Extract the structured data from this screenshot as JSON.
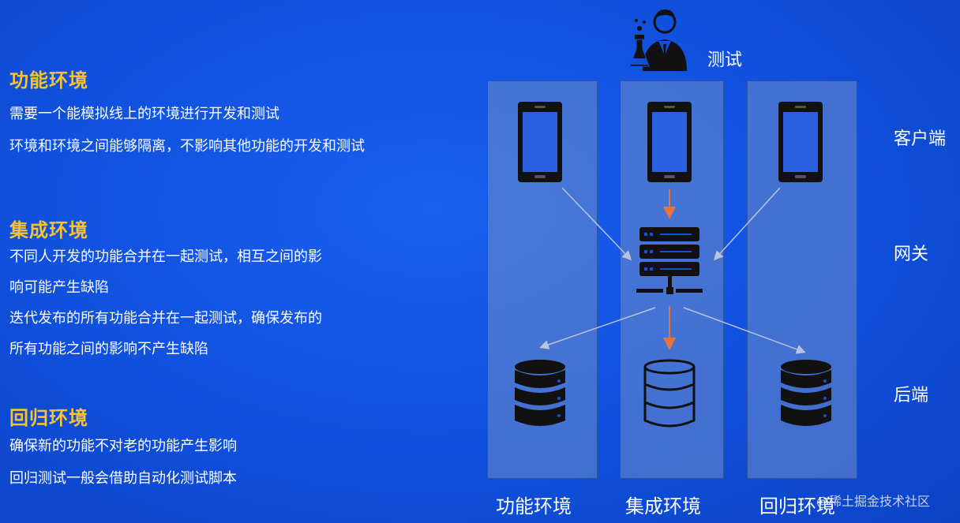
{
  "sections": [
    {
      "title": "功能环境",
      "lines": [
        "需要一个能模拟线上的环境进行开发和测试",
        "环境和环境之间能够隔离，不影响其他功能的开发和测试"
      ]
    },
    {
      "title": "集成环境",
      "lines": [
        "不同人开发的功能合并在一起测试，相互之间的影",
        "响可能产生缺陷",
        "迭代发布的所有功能合并在一起测试，确保发布的",
        "所有功能之间的影响不产生缺陷"
      ]
    },
    {
      "title": "回归环境",
      "lines": [
        "确保新的功能不对老的功能产生影响",
        "回归测试一般会借助自动化测试脚本"
      ]
    }
  ],
  "diagram": {
    "tester_label": "测试",
    "columns": [
      "功能环境",
      "集成环境",
      "回归环境"
    ],
    "rows": [
      "客户端",
      "网关",
      "后端"
    ]
  },
  "watermark": "@稀土掘金技术社区",
  "colors": {
    "background": "#1050dd",
    "title": "#f4c430",
    "arrow_main": "#e8743b",
    "arrow_side": "#b8c4dc"
  },
  "icons": [
    "scientist-icon",
    "phone-icon",
    "server-icon",
    "database-icon"
  ]
}
